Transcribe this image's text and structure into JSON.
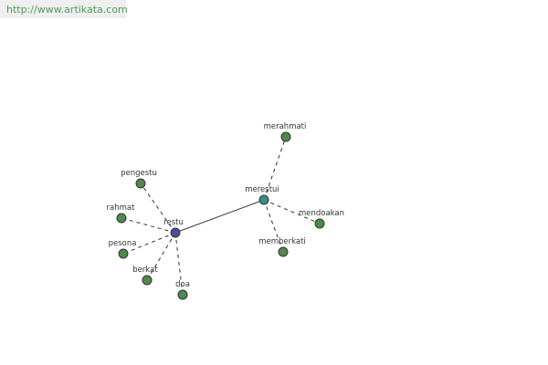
{
  "header": {
    "url": "http://www.artikata.com"
  },
  "diagram": {
    "colors": {
      "center": "#4a4e9a",
      "hub": "#3a8e8a",
      "leaf": "#4f8a4a"
    },
    "nodes": [
      {
        "id": "restu",
        "label": "restu",
        "kind": "center"
      },
      {
        "id": "merestui",
        "label": "merestui",
        "kind": "hub"
      },
      {
        "id": "pengestu",
        "label": "pengestu",
        "kind": "leaf"
      },
      {
        "id": "rahmat",
        "label": "rahmat",
        "kind": "leaf"
      },
      {
        "id": "pesona",
        "label": "pesona",
        "kind": "leaf"
      },
      {
        "id": "berkat",
        "label": "berkat",
        "kind": "leaf"
      },
      {
        "id": "doa",
        "label": "doa",
        "kind": "leaf"
      },
      {
        "id": "merahmati",
        "label": "merahmati",
        "kind": "leaf"
      },
      {
        "id": "mendoakan",
        "label": "mendoakan",
        "kind": "leaf"
      },
      {
        "id": "memberkati",
        "label": "memberkati",
        "kind": "leaf"
      }
    ],
    "edges": [
      {
        "from": "restu",
        "to": "merestui",
        "style": "solid"
      },
      {
        "from": "restu",
        "to": "pengestu",
        "style": "dashed"
      },
      {
        "from": "restu",
        "to": "rahmat",
        "style": "dashed"
      },
      {
        "from": "restu",
        "to": "pesona",
        "style": "dashed"
      },
      {
        "from": "restu",
        "to": "berkat",
        "style": "dashed"
      },
      {
        "from": "restu",
        "to": "doa",
        "style": "dashed"
      },
      {
        "from": "merestui",
        "to": "merahmati",
        "style": "dashed"
      },
      {
        "from": "merestui",
        "to": "mendoakan",
        "style": "dashed"
      },
      {
        "from": "merestui",
        "to": "memberkati",
        "style": "dashed"
      }
    ]
  }
}
